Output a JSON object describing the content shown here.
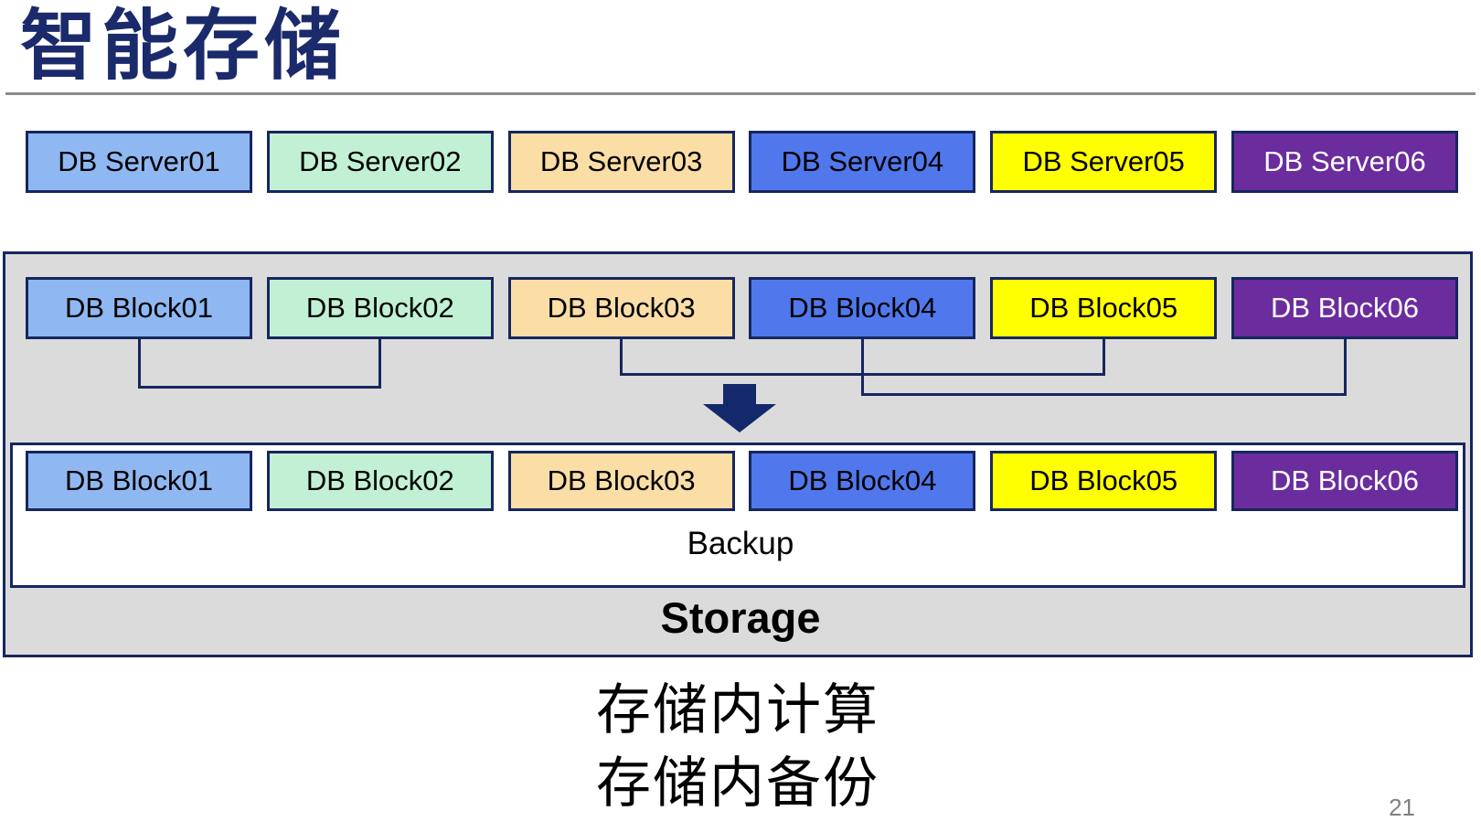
{
  "slide": {
    "title": "智能存储",
    "page_number": "21"
  },
  "palette": {
    "navy_border": "#17265E",
    "title_color": "#1B2A6B",
    "container_gray": "#DBDBDB",
    "divider_gray": "#8C8C8C",
    "arrow_navy": "#13296B",
    "page_number_gray": "#808080",
    "box_styles": [
      {
        "fill": "#8FB8F2",
        "text": "#000000"
      },
      {
        "fill": "#C2F0D5",
        "text": "#000000"
      },
      {
        "fill": "#FADEA6",
        "text": "#000000"
      },
      {
        "fill": "#5078EC",
        "text": "#000000"
      },
      {
        "fill": "#FFFF00",
        "text": "#000000"
      },
      {
        "fill": "#6B2C9E",
        "text": "#FFFFFF"
      }
    ]
  },
  "rows": {
    "servers": [
      "DB Server01",
      "DB Server02",
      "DB Server03",
      "DB Server04",
      "DB Server05",
      "DB Server06"
    ],
    "blocks_top": [
      "DB Block01",
      "DB Block02",
      "DB Block03",
      "DB Block04",
      "DB Block05",
      "DB Block06"
    ],
    "blocks_bottom": [
      "DB Block01",
      "DB Block02",
      "DB Block03",
      "DB Block04",
      "DB Block05",
      "DB Block06"
    ]
  },
  "connectors": [
    {
      "columns": [
        0,
        1
      ]
    },
    {
      "columns": [
        2,
        3,
        4
      ]
    },
    {
      "columns": [
        3,
        5
      ]
    }
  ],
  "storage": {
    "backup_label": "Backup",
    "storage_label": "Storage"
  },
  "captions": {
    "line1": "存储内计算",
    "line2": "存储内备份"
  }
}
